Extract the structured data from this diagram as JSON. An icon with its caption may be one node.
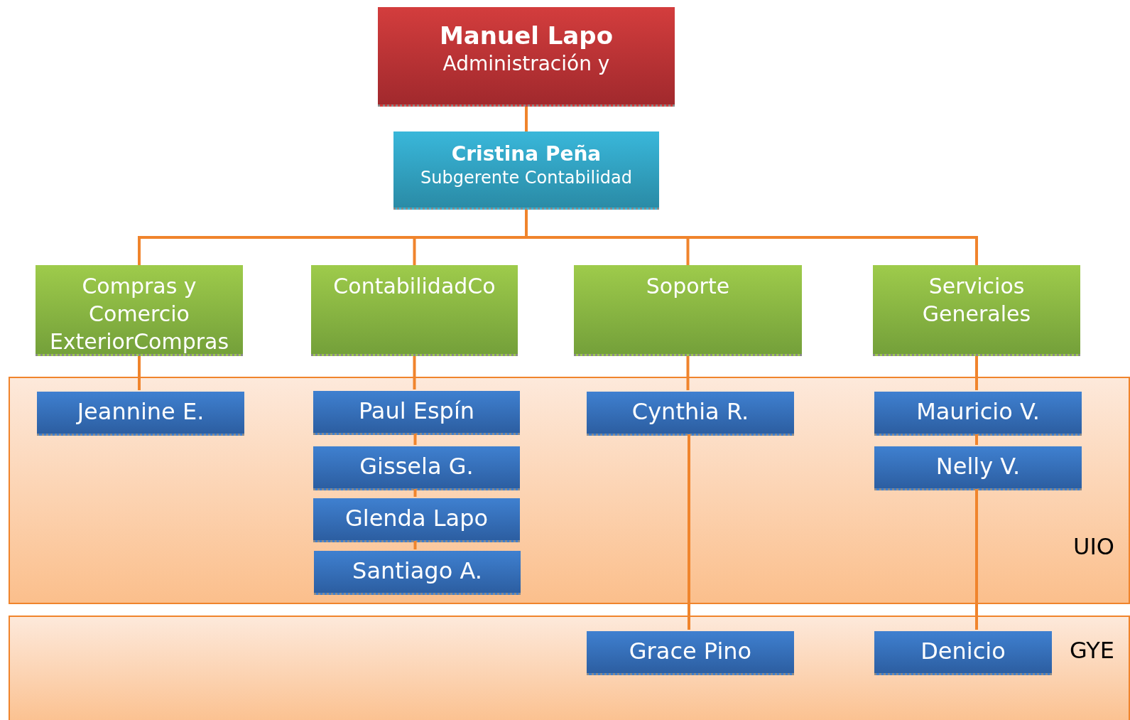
{
  "diagram": {
    "nodes": [
      {
        "text": [
          "Manuel Lapo",
          "Administración y"
        ]
      },
      {
        "text": [
          "Cristina Peña",
          "Subgerente Contabilidad"
        ]
      },
      {
        "text": [
          "Compras y Comercio ExteriorCompras"
        ]
      },
      {
        "text": [
          "ContabilidadCo"
        ]
      },
      {
        "text": [
          "Soporte"
        ]
      },
      {
        "text": [
          "Servicios Generales"
        ]
      },
      {
        "text": [
          "UIO"
        ]
      },
      {
        "text": [
          "Jeannine E."
        ],
        "in": 6
      },
      {
        "text": [
          "Paul Espín"
        ],
        "in": 6
      },
      {
        "text": [
          "Cynthia R."
        ],
        "in": 6
      },
      {
        "text": [
          "Mauricio V."
        ],
        "in": 6
      },
      {
        "text": [
          "Gissela G."
        ],
        "in": 6
      },
      {
        "text": [
          "Nelly V."
        ],
        "in": 6
      },
      {
        "text": [
          "Glenda Lapo"
        ],
        "in": 6
      },
      {
        "text": [
          "Santiago A."
        ],
        "in": 6
      },
      {
        "text": [
          "GYE"
        ]
      },
      {
        "text": [
          "Grace Pino"
        ],
        "in": 15
      },
      {
        "text": [
          "Denicio"
        ],
        "in": 15
      }
    ],
    "edges": [
      {
        "from": 0,
        "to": 1,
        "arrow": "none"
      },
      {
        "from": 1,
        "to": 2,
        "arrow": "none"
      },
      {
        "from": 2,
        "to": 7,
        "arrow": "none"
      },
      {
        "from": 1,
        "to": 3,
        "arrow": "none"
      },
      {
        "from": 3,
        "to": 8,
        "arrow": "none"
      },
      {
        "from": 8,
        "to": 11,
        "arrow": "none"
      },
      {
        "from": 11,
        "to": 13,
        "arrow": "none"
      },
      {
        "from": 13,
        "to": 14,
        "arrow": "none"
      },
      {
        "from": 1,
        "to": 4,
        "arrow": "none"
      },
      {
        "from": 4,
        "to": 9,
        "arrow": "none"
      },
      {
        "from": 9,
        "to": 16,
        "arrow": "none"
      },
      {
        "from": 1,
        "to": 5,
        "arrow": "none"
      },
      {
        "from": 5,
        "to": 10,
        "arrow": "none"
      },
      {
        "from": 10,
        "to": 12,
        "arrow": "none"
      },
      {
        "from": 12,
        "to": 17,
        "arrow": "none"
      }
    ]
  }
}
